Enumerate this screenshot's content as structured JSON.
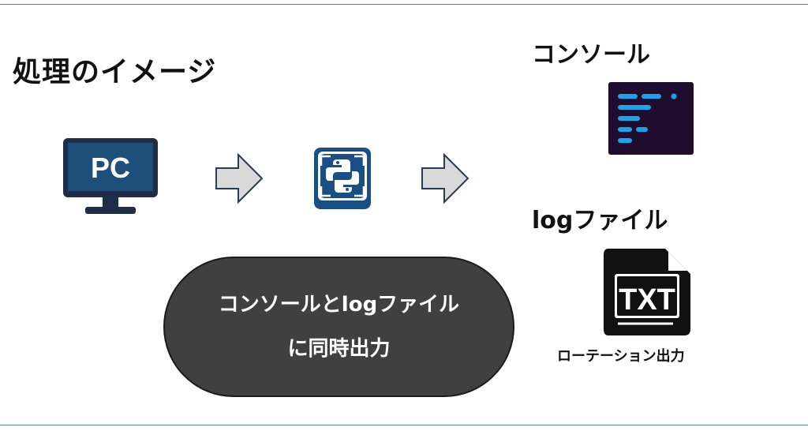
{
  "page": {
    "title": "処理のイメージ"
  },
  "pc": {
    "label": "PC",
    "icon": "monitor-icon"
  },
  "python": {
    "icon": "python-icon"
  },
  "console": {
    "label": "コンソール",
    "icon": "terminal-icon"
  },
  "logfile": {
    "label": "logファイル",
    "icon": "txt-file-icon",
    "badge": "TXT",
    "caption": "ローテーション出力"
  },
  "process": {
    "line1": "コンソールとlogファイル",
    "line2": "に同時出力"
  },
  "colors": {
    "rule": "#4f7fd0",
    "monitor": "#1f2d48",
    "monitor_screen": "#1e4e7a",
    "arrow_fill": "#d9d9d9",
    "terminal_bg": "#1e0d2e",
    "terminal_lines": "#1aa3e8",
    "pill_fill": "#404040"
  }
}
